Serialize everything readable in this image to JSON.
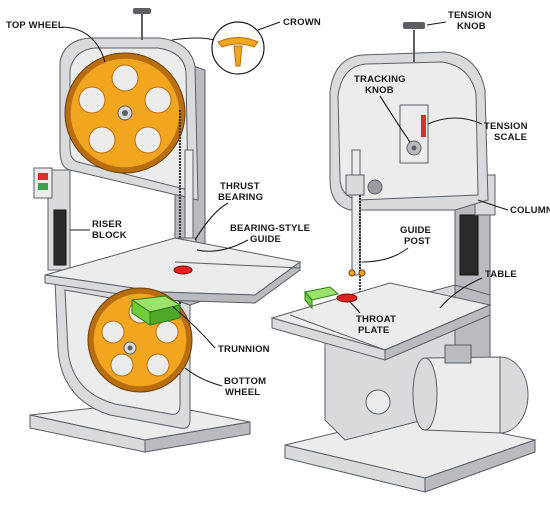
{
  "labels": {
    "top_wheel": "TOP WHEEL",
    "crown": "CROWN",
    "thrust_bearing_1": "THRUST",
    "thrust_bearing_2": "BEARING",
    "riser_block_1": "RISER",
    "riser_block_2": "BLOCK",
    "bearing_guide_1": "BEARING-STYLE",
    "bearing_guide_2": "GUIDE",
    "trunnion": "TRUNNION",
    "bottom_wheel_1": "BOTTOM",
    "bottom_wheel_2": "WHEEL",
    "tension_knob_1": "TENSION",
    "tension_knob_2": "KNOB",
    "tracking_knob_1": "TRACKING",
    "tracking_knob_2": "KNOB",
    "tension_scale_1": "TENSION",
    "tension_scale_2": "SCALE",
    "guide_post_1": "GUIDE",
    "guide_post_2": "POST",
    "column": "COLUMN",
    "table": "TABLE",
    "throat_plate_1": "THROAT",
    "throat_plate_2": "PLATE"
  },
  "colors": {
    "wheel": "#f2a51f",
    "wheel_edge": "#b86e0e",
    "trunnion": "#6fcf3a",
    "throat_plate": "#e0211f",
    "motor_dark": "#2b2b2b",
    "panel_red": "#d4332b",
    "panel_green": "#3aa04a"
  },
  "icons": [
    "tension-knob-icon",
    "tracking-knob-icon",
    "switch-panel-icon"
  ]
}
